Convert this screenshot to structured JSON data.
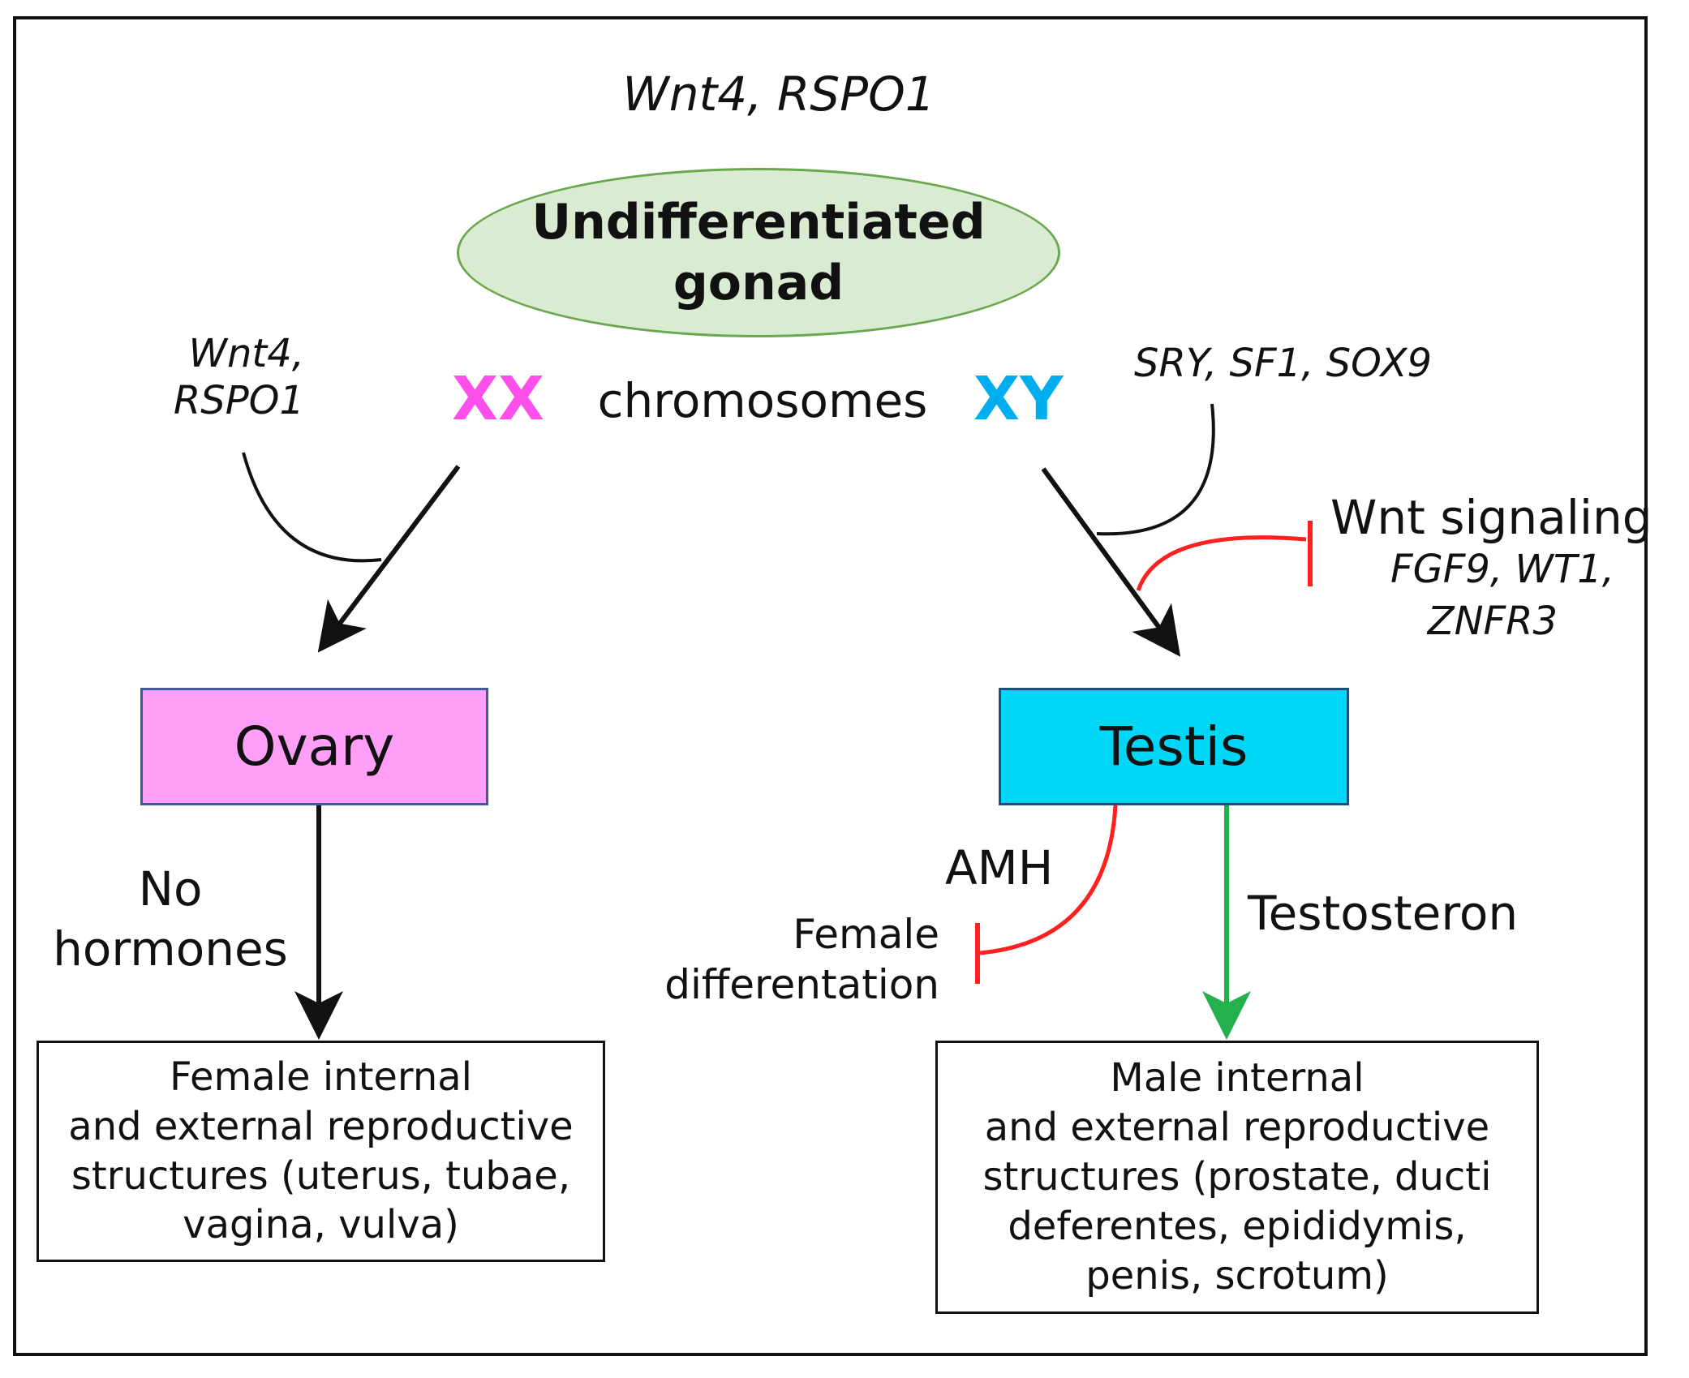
{
  "top_genes": "Wnt4, RSPO1",
  "root_node": "Undifferentiated\ngonad",
  "left_branch": {
    "genes_line1": "Wnt4,",
    "genes_line2": "RSPO1",
    "karyotype": "XX",
    "karyotype_color": "#ff4fea"
  },
  "middle_label": "chromosomes",
  "right_branch": {
    "genes": "SRY, SF1, SOX9",
    "karyotype": "XY",
    "karyotype_color": "#00aeef",
    "inhibited_pathway": "Wnt signaling",
    "inhibitor_genes_line1": "FGF9, WT1,",
    "inhibitor_genes_line2": "ZNFR3"
  },
  "ovary": {
    "label": "Ovary",
    "fill": "#ff9ff8",
    "hormone_line1": "No",
    "hormone_line2": "hormones",
    "outcome": "Female internal\nand external reproductive\nstructures (uterus, tubae,\nvagina, vulva)"
  },
  "testis": {
    "label": "Testis",
    "fill": "#00d7f7",
    "amh_label": "AMH",
    "amh_target_line1": "Female",
    "amh_target_line2": "differentation",
    "hormone": "Testosteron",
    "outcome": "Male internal\nand external reproductive\nstructures (prostate, ducti\ndeferentes, epididymis,\npenis, scrotum)"
  },
  "colors": {
    "activation_arrow": "#111111",
    "inhibition": "#ff2020",
    "testosterone_arrow": "#22b14c",
    "root_fill": "#d9ecd2",
    "root_border": "#6aa84f"
  }
}
